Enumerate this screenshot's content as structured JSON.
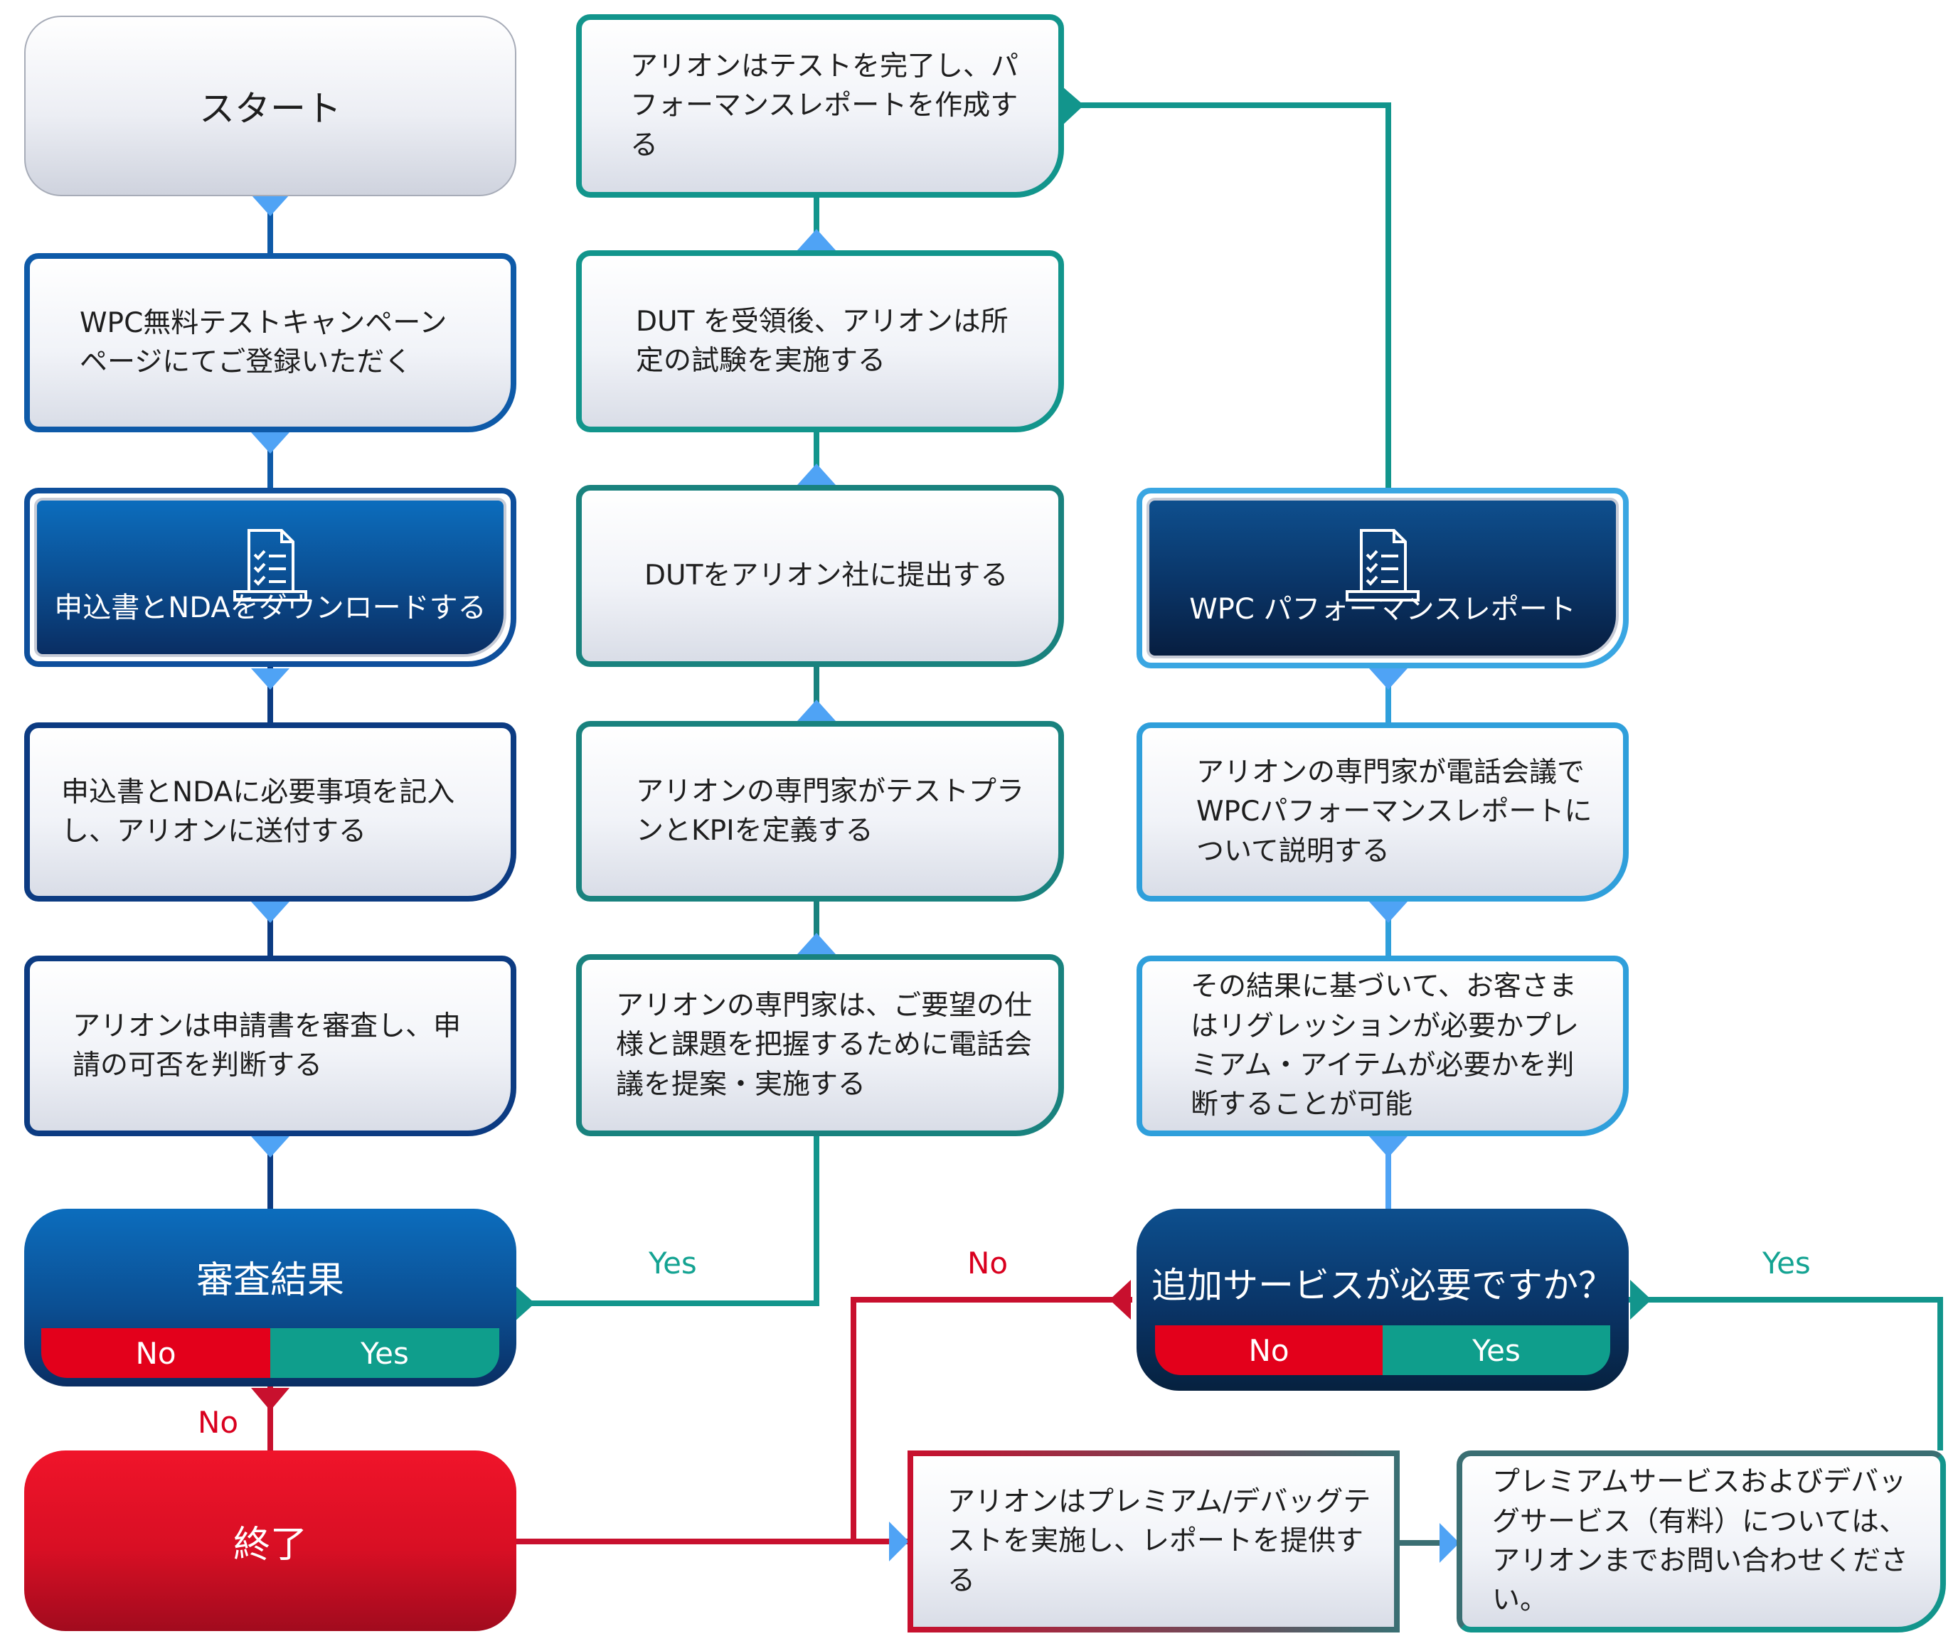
{
  "colors": {
    "blue": "#0e5aa8",
    "navy": "#0c3b82",
    "teal": "#12958c",
    "sky": "#2f9fdb",
    "red": "#c8102e",
    "connector_diamond": "#4fa3f5",
    "yes_green": "#0f9e8c",
    "no_red": "#e3001b"
  },
  "start": {
    "label": "スタート"
  },
  "left_column": {
    "register": "WPC無料テストキャンペーンページにてご登録いただく",
    "download": {
      "label": "申込書とNDAをダウンロードする",
      "icon": "document-checklist-icon"
    },
    "fill_send": "申込書とNDAに必要事項を記入し、アリオンに送付する",
    "review": "アリオンは申請書を審査し、申請の可否を判断する",
    "decision": {
      "title": "審査結果",
      "no": "No",
      "yes": "Yes"
    },
    "end": "終了"
  },
  "middle_column": {
    "complete_report": "アリオンはテストを完了し、パフォーマンスレポートを作成する",
    "conduct_test": "DUT を受領後、アリオンは所定の試験を実施する",
    "submit_dut": "DUTをアリオン社に提出する",
    "define_plan": "アリオンの専門家がテストプランとKPIを定義する",
    "conference": "アリオンの専門家は、ご要望の仕様と課題を把握するために電話会議を提案・実施する"
  },
  "right_column": {
    "report": {
      "label": "WPC パフォーマンスレポート",
      "icon": "document-checklist-icon"
    },
    "explain": "アリオンの専門家が電話会議でWPCパフォーマンスレポートについて説明する",
    "judge": "その結果に基づいて、お客さまはリグレッションが必要かプレミアム・アイテムが必要かを判断することが可能",
    "decision": {
      "title": "追加サービスが必要ですか？",
      "no": "No",
      "yes": "Yes"
    }
  },
  "bottom_row": {
    "premium_test": "アリオンはプレミアム/デバッグテストを実施し、レポートを提供する",
    "contact": "プレミアムサービスおよびデバッグサービス（有料）については、アリオンまでお問い合わせください。"
  },
  "edge_labels": {
    "review_yes": "Yes",
    "review_no": "No",
    "service_no": "No",
    "service_yes": "Yes"
  }
}
